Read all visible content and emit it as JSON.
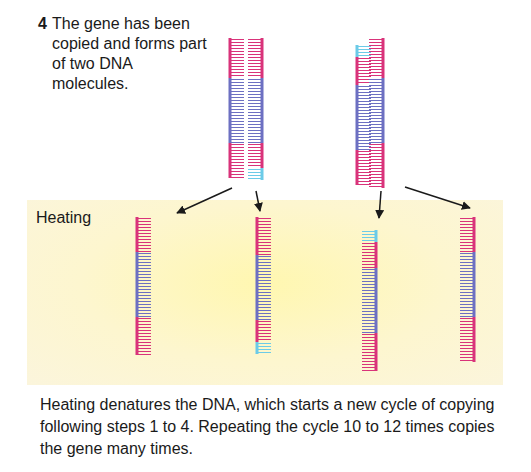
{
  "diagram": {
    "caption": "Heating denatures the DNA, which starts a new cycle of copying following steps 1 to 4. Repeating the cycle 10 to 12 times copies the gene many times.",
    "nodes": [
      {
        "text": [
          "Heating"
        ]
      }
    ],
    "labels": [
      "4",
      "The gene has been copied and forms part of two DNA molecules."
    ]
  }
}
